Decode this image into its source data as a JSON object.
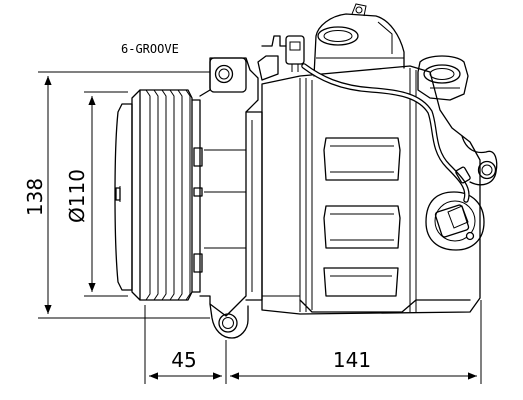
{
  "drawing": {
    "note": "6-GROOVE",
    "dimensions": {
      "overall_height": "138",
      "pulley_diameter": "Ø110",
      "pulley_offset": "45",
      "body_length": "141"
    }
  },
  "colors": {
    "line": "#000000",
    "background": "#ffffff"
  }
}
